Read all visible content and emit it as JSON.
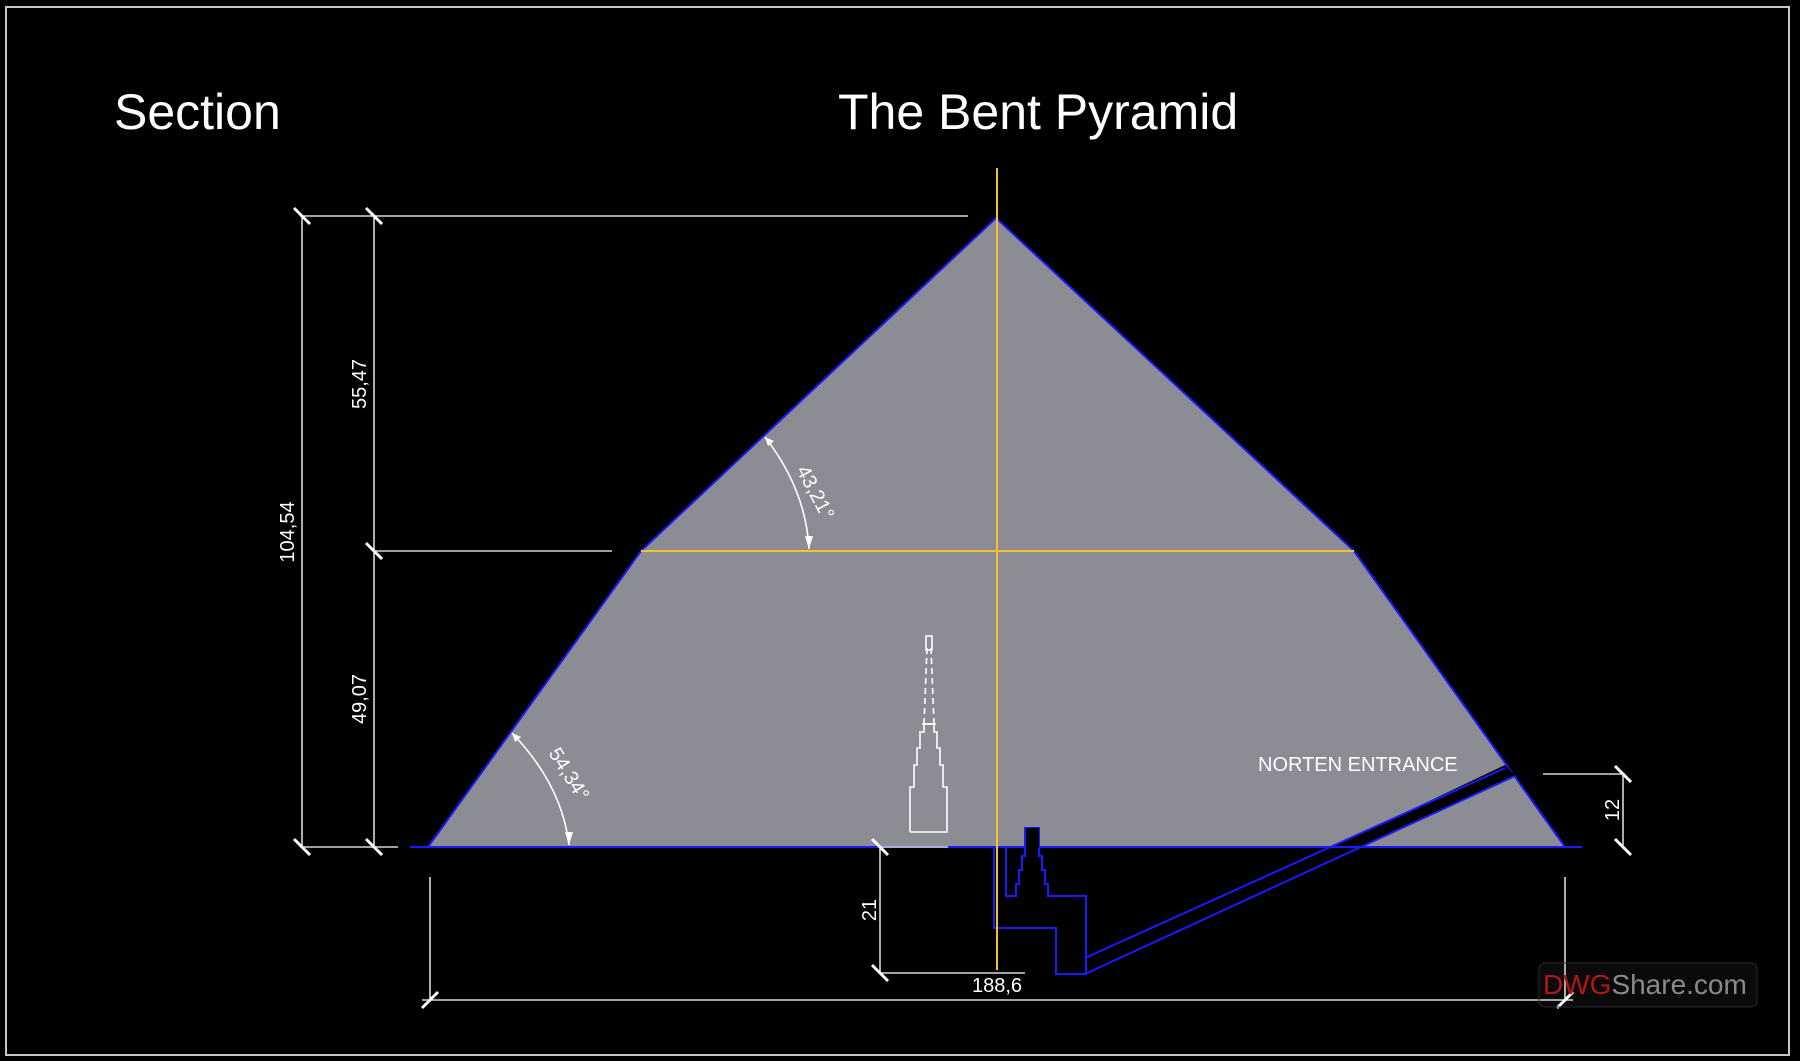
{
  "drawing": {
    "section_label": "Section",
    "title": "The Bent Pyramid",
    "colors": {
      "background": "#000000",
      "pyramid_fill": "#8c8c94",
      "outline": "#1a1aff",
      "axis": "#f2c230",
      "dimension": "#d8d8d8",
      "text": "#ffffff",
      "watermark_brand": "#b01818",
      "watermark_rest": "#8a8a8a"
    },
    "dimensions": {
      "total_height": "104,54",
      "upper_height": "55,47",
      "lower_height": "49,07",
      "upper_angle": "43,21°",
      "lower_angle": "54,34°",
      "base_width": "188,6",
      "depth_below_base": "21",
      "entrance_height": "12"
    },
    "labels": {
      "entrance": "NORTEN ENTRANCE"
    },
    "watermark": {
      "brand": "DWG",
      "rest": "Share.com"
    }
  }
}
